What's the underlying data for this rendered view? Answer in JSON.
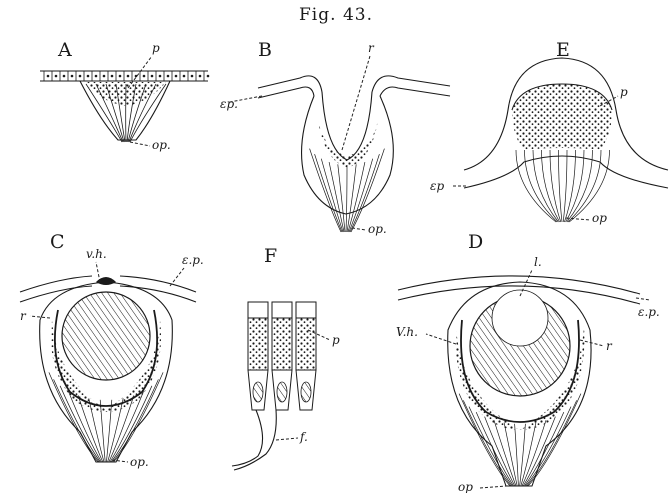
{
  "figure": {
    "title": "Fig. 43.",
    "panels": {
      "A": {
        "letter": "A",
        "labels": {
          "p": "p",
          "op": "op."
        }
      },
      "B": {
        "letter": "B",
        "labels": {
          "r": "r",
          "ep": "εp.",
          "op": "op."
        }
      },
      "C": {
        "letter": "C",
        "labels": {
          "vh": "v.h.",
          "ep": "ε.p.",
          "r": "r",
          "op": "op."
        }
      },
      "D": {
        "letter": "D",
        "labels": {
          "l": "l.",
          "ep": "ε.p.",
          "vh": "V.h.",
          "r": "r",
          "op": "op"
        }
      },
      "E": {
        "letter": "E",
        "labels": {
          "p": "p",
          "ep": "εp",
          "op": "op"
        }
      },
      "F": {
        "letter": "F",
        "labels": {
          "p": "p",
          "f": "f."
        }
      }
    }
  },
  "colors": {
    "ink": "#1a1a1a",
    "paper": "#ffffff"
  }
}
